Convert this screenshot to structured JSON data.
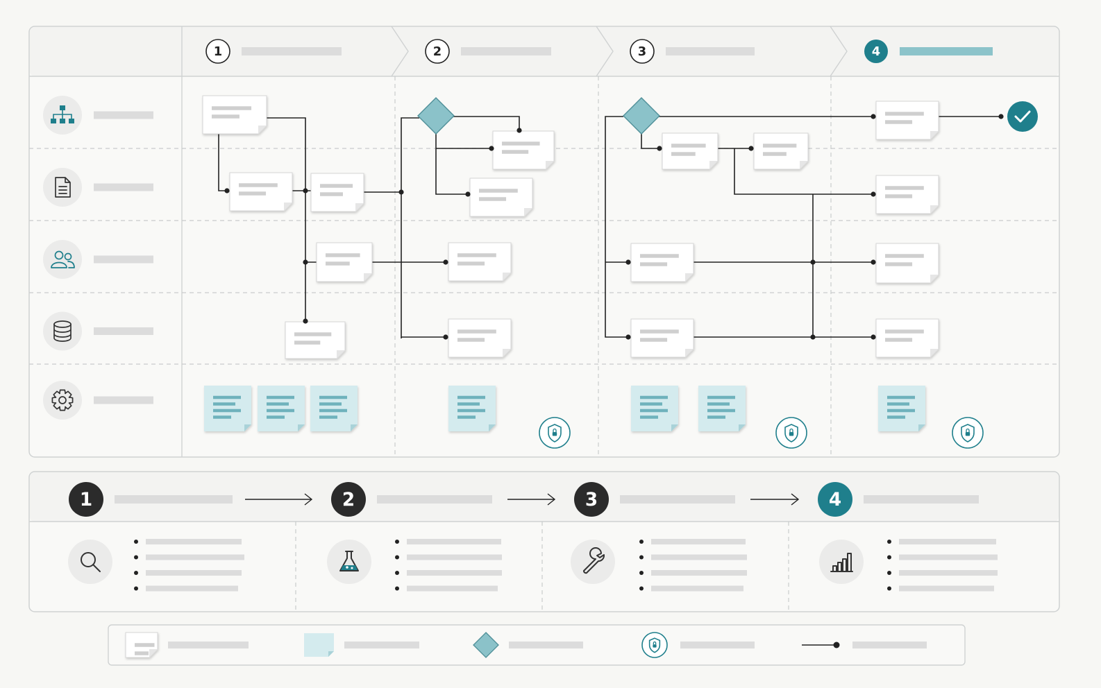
{
  "colors": {
    "background": "#f7f7f4",
    "panel": "#f9f9f7",
    "border": "#cfd2d2",
    "dashed_line": "#c9cccc",
    "placeholder_bar": "#dcdcdc",
    "card": "#ffffff",
    "sticky_note": "#d4ebee",
    "sticky_lines": "#6fb2bc",
    "accent": "#1f7f8c",
    "decision": "#8bc2c9",
    "dark_step": "#2b2b2b",
    "connector": "#222222"
  },
  "phases": [
    {
      "number": "1",
      "state": "default"
    },
    {
      "number": "2",
      "state": "default"
    },
    {
      "number": "3",
      "state": "default"
    },
    {
      "number": "4",
      "state": "active"
    }
  ],
  "lanes": [
    {
      "icon": "hierarchy-icon"
    },
    {
      "icon": "document-icon"
    },
    {
      "icon": "users-icon"
    },
    {
      "icon": "database-icon"
    },
    {
      "icon": "gear-icon"
    }
  ],
  "steps": [
    {
      "number": "1",
      "state": "default",
      "icon": "search-icon",
      "bullets": 4
    },
    {
      "number": "2",
      "state": "default",
      "icon": "flask-icon",
      "bullets": 4
    },
    {
      "number": "3",
      "state": "default",
      "icon": "wrench-icon",
      "bullets": 4
    },
    {
      "number": "4",
      "state": "active",
      "icon": "bar-chart-icon",
      "bullets": 4
    }
  ],
  "legend": [
    {
      "icon": "task-card-icon"
    },
    {
      "icon": "sticky-note-icon"
    },
    {
      "icon": "decision-diamond-icon"
    },
    {
      "icon": "shield-lock-icon"
    },
    {
      "icon": "connector-icon"
    }
  ]
}
